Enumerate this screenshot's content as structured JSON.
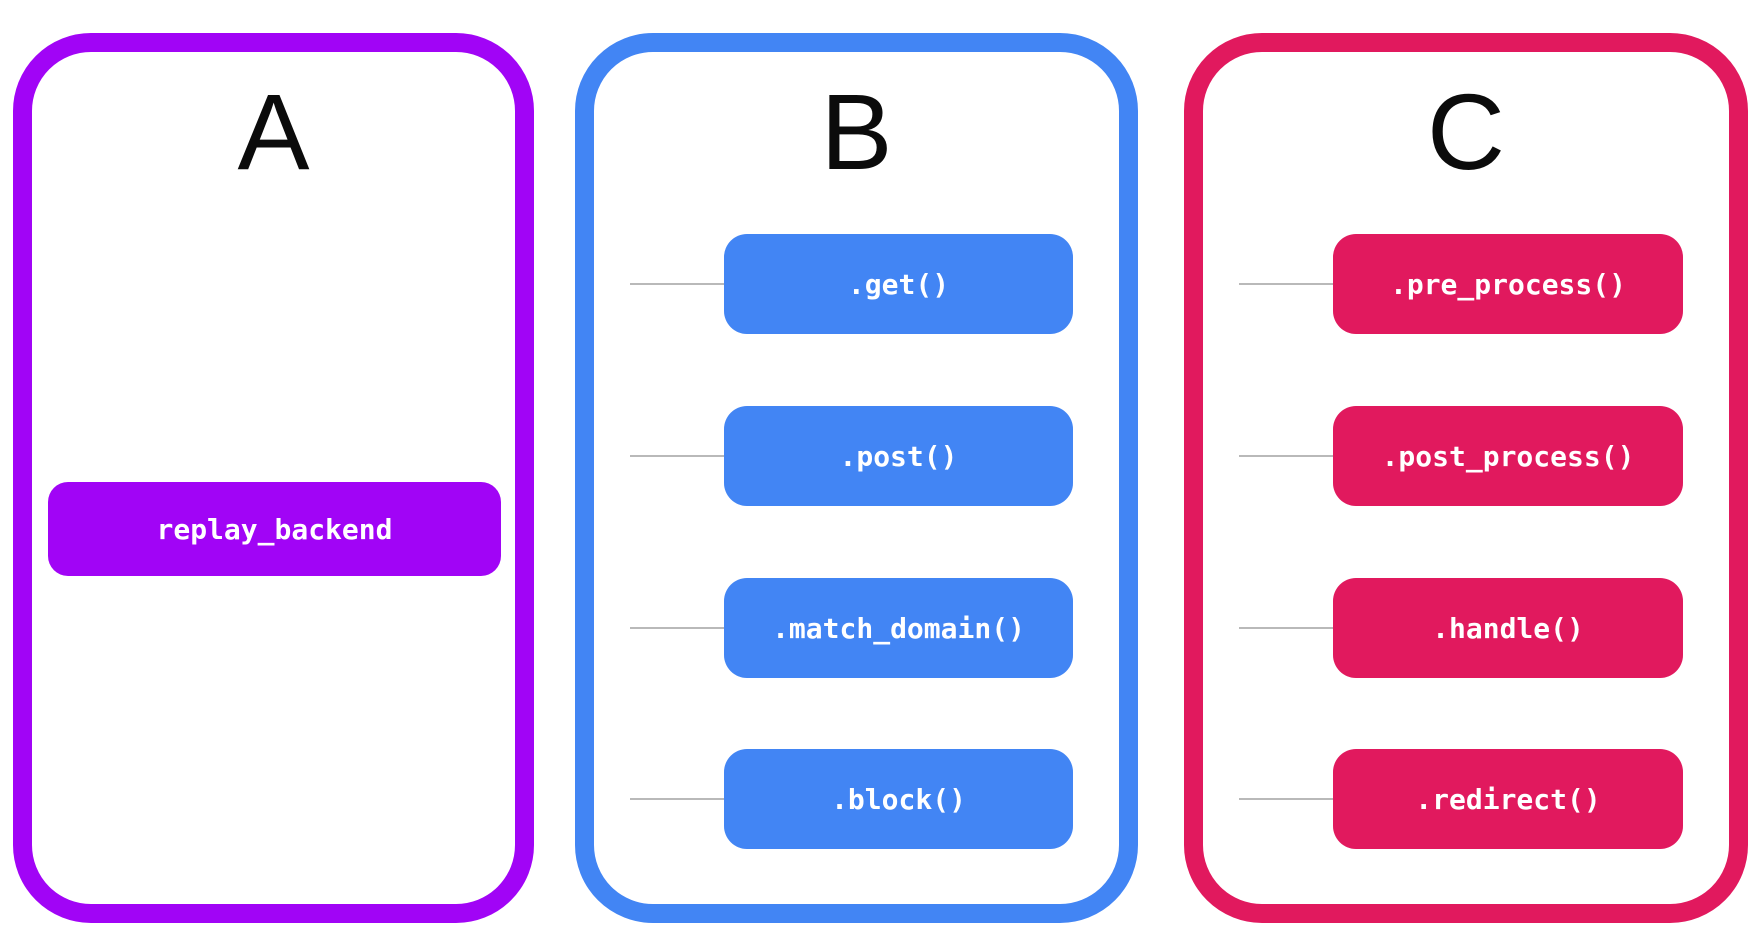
{
  "colors": {
    "purple": "#A104F6",
    "blue": "#4285F4",
    "crimson": "#E1195E",
    "connector": "#b9b9b9",
    "label": "#0b0b0b",
    "background": "#ffffff"
  },
  "panels": [
    {
      "label": "A",
      "accent": "#A104F6",
      "items": [
        {
          "label": "replay_backend"
        }
      ]
    },
    {
      "label": "B",
      "accent": "#4285F4",
      "items": [
        {
          "label": ".get()"
        },
        {
          "label": ".post()"
        },
        {
          "label": ".match_domain()"
        },
        {
          "label": ".block()"
        }
      ]
    },
    {
      "label": "C",
      "accent": "#E1195E",
      "items": [
        {
          "label": ".pre_process()"
        },
        {
          "label": ".post_process()"
        },
        {
          "label": ".handle()"
        },
        {
          "label": ".redirect()"
        }
      ]
    }
  ]
}
